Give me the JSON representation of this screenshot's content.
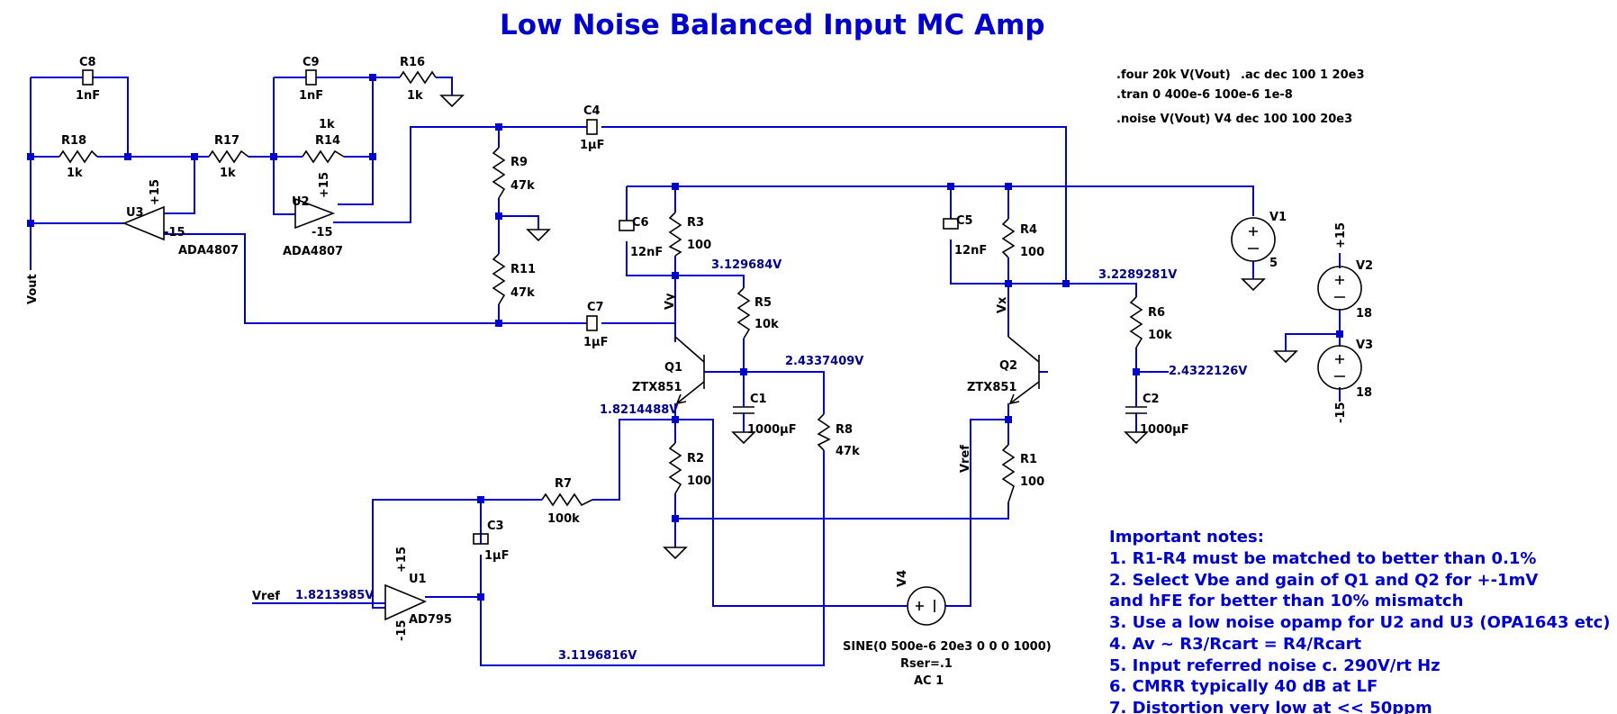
{
  "title": "Low Noise Balanced Input MC Amp",
  "directives": [
    ".four 20k V(Vout)",
    ".ac dec 100 1 20e3",
    ".tran 0 400e-6 100e-6 1e-8",
    ".noise V(Vout) V4 dec 100 100 20e3"
  ],
  "components": {
    "c8": {
      "ref": "C8",
      "value": "1nF"
    },
    "c9": {
      "ref": "C9",
      "value": "1nF"
    },
    "r16": {
      "ref": "R16",
      "value": "1k"
    },
    "c4": {
      "ref": "C4",
      "value": "1µF"
    },
    "r18": {
      "ref": "R18",
      "value": "1k"
    },
    "r17": {
      "ref": "R17",
      "value": "1k"
    },
    "r14": {
      "ref": "R14",
      "value": "1k"
    },
    "r9": {
      "ref": "R9",
      "value": "47k"
    },
    "r11": {
      "ref": "R11",
      "value": "47k"
    },
    "c7": {
      "ref": "C7",
      "value": "1µF"
    },
    "c6": {
      "ref": "C6",
      "value": "12nF"
    },
    "r3": {
      "ref": "R3",
      "value": "100"
    },
    "r5": {
      "ref": "R5",
      "value": "10k"
    },
    "c1": {
      "ref": "C1",
      "value": "1000µF"
    },
    "r8": {
      "ref": "R8",
      "value": "47k"
    },
    "r2": {
      "ref": "R2",
      "value": "100"
    },
    "q1": {
      "ref": "Q1",
      "value": "ZTX851"
    },
    "c5": {
      "ref": "C5",
      "value": "12nF"
    },
    "r4": {
      "ref": "R4",
      "value": "100"
    },
    "r6": {
      "ref": "R6",
      "value": "10k"
    },
    "c2": {
      "ref": "C2",
      "value": "1000µF"
    },
    "r1": {
      "ref": "R1",
      "value": "100"
    },
    "q2": {
      "ref": "Q2",
      "value": "ZTX851"
    },
    "r7": {
      "ref": "R7",
      "value": "100k"
    },
    "c3": {
      "ref": "C3",
      "value": "1µF"
    },
    "u1": {
      "ref": "U1",
      "value": "AD795"
    },
    "u2": {
      "ref": "U2",
      "value": "ADA4807"
    },
    "u3": {
      "ref": "U3",
      "value": "ADA4807"
    },
    "v1": {
      "ref": "V1",
      "value": "5"
    },
    "v2": {
      "ref": "V2",
      "value": "18"
    },
    "v3": {
      "ref": "V3",
      "value": "18"
    },
    "v4": {
      "ref": "V4",
      "value_lines": [
        "SINE(0 500e-6 20e3 0 0 0 1000)",
        "Rser=.1",
        "AC 1"
      ]
    }
  },
  "nets": {
    "vout": "Vout",
    "vy": "Vy",
    "vx": "Vx",
    "vref": "Vref",
    "vref2": "Vref",
    "plus15": "+15",
    "minus15": "-15"
  },
  "voltages": {
    "vy": "3.129684V",
    "vx": "3.2289281V",
    "q1_base": "2.4337409V",
    "q2_base": "2.4322126V",
    "q1_emitter": "1.8214488V",
    "vref": "1.8213985V",
    "u1_out": "3.1196816V"
  },
  "notes": {
    "heading": "Important notes:",
    "lines": [
      "1. R1-R4 must be matched to better than 0.1%",
      "2. Select Vbe and gain of Q1 and Q2 for +-1mV",
      "and hFE for better than 10% mismatch",
      "3. Use a low noise opamp for U2 and U3 (OPA1643 etc)",
      "4. Av ~ R3/Rcart = R4/Rcart",
      "5. Input referred noise c. 290V/rt Hz",
      "6. CMRR typically 40 dB at LF",
      "7. Distortion very low at << 50ppm"
    ]
  },
  "colors": {
    "wire": "#0000cc",
    "component": "#000000",
    "net_label": "#00008b",
    "title": "#0000cc"
  }
}
